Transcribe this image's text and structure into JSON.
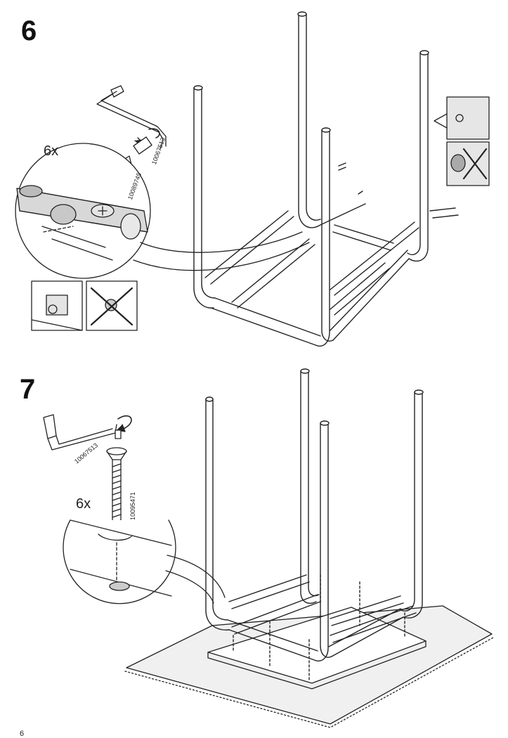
{
  "page": {
    "number": "6"
  },
  "steps": [
    {
      "number": "6",
      "quantity": "6x",
      "parts": {
        "allen_key": "10067513",
        "connector_bolt": "10089745"
      },
      "icons": [
        "correct-orientation-icon",
        "wrong-orientation-icon"
      ]
    },
    {
      "number": "7",
      "quantity": "6x",
      "parts": {
        "allen_key": "10067513",
        "screw": "10095471"
      }
    }
  ],
  "colors": {
    "line": "#222222",
    "tube_fill": "#d8d8d8",
    "background": "#ffffff"
  }
}
